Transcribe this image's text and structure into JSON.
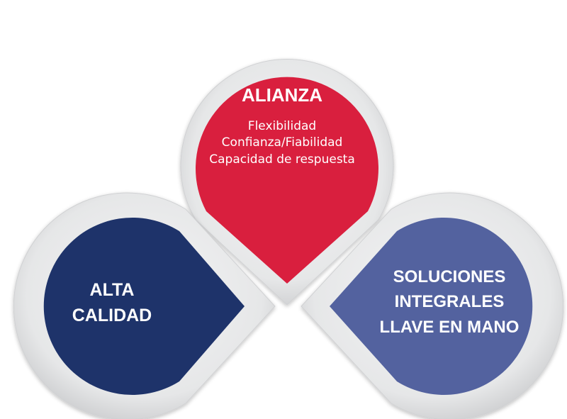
{
  "petals": {
    "top": {
      "title": "ALIANZA",
      "items": [
        "Flexibilidad",
        "Confianza/Fiabilidad",
        "Capacidad de respuesta"
      ],
      "color": "#d91f3e"
    },
    "left": {
      "lines": [
        "ALTA",
        "CALIDAD"
      ],
      "color": "#1e336a"
    },
    "right": {
      "lines": [
        "SOLUCIONES",
        "INTEGRALES",
        "LLAVE EN MANO"
      ],
      "color": "#53629f"
    }
  },
  "frame_color": "#d4d5d7"
}
